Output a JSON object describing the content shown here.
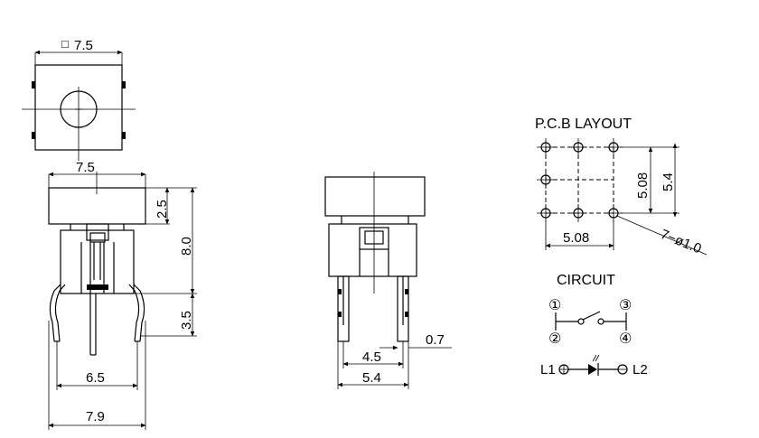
{
  "top_view": {
    "square_symbol": "□",
    "dim_top": "7.5"
  },
  "front_view": {
    "dim_width": "7.5",
    "dim_cap": "2.5",
    "dim_height": "8.0",
    "dim_pin": "3.5",
    "dim_inner": "6.5",
    "dim_outer": "7.9"
  },
  "side_view": {
    "dim_pin_thickness": "0.7",
    "dim_inner": "4.5",
    "dim_outer": "5.4"
  },
  "pcb_layout": {
    "title": "P.C.B  LAYOUT",
    "dim_vertical_inner": "5.08",
    "dim_vertical_outer": "5.4",
    "dim_horizontal": "5.08",
    "hole_callout": "7−ø1.0"
  },
  "circuit": {
    "title": "CIRCUIT",
    "terminals": [
      "①",
      "②",
      "③",
      "④"
    ],
    "led_left": "L1",
    "led_right": "L2"
  }
}
